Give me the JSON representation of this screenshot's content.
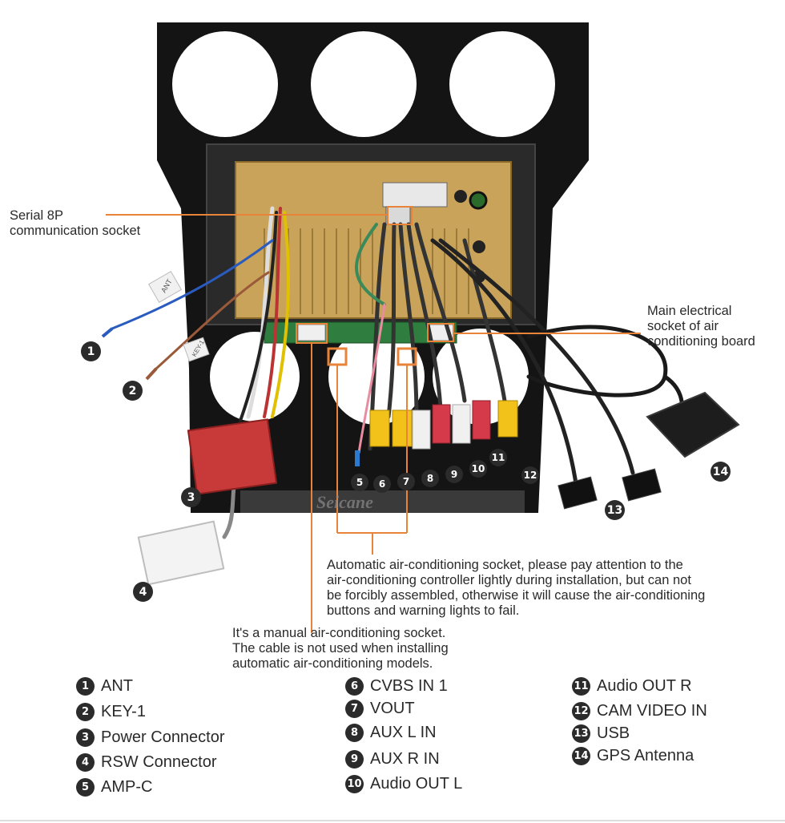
{
  "callouts": {
    "serial": "Serial 8P\ncommunication socket",
    "main_socket": "Main electrical\nsocket of air\nconditioning board",
    "auto_socket": "Automatic air-conditioning socket, please pay attention to the\nair-conditioning controller lightly during installation, but can not\nbe forcibly assembled, otherwise it will cause the air-conditioning\nbuttons and warning lights to fail.",
    "manual_socket": "It's a manual air-conditioning socket.\nThe cable is not used when installing\nautomatic air-conditioning models."
  },
  "watermark": "Seicane",
  "connector_labels": {
    "ant": "ANT",
    "key": "KEY-1"
  },
  "markers": [
    "1",
    "2",
    "3",
    "4",
    "5",
    "6",
    "7",
    "8",
    "9",
    "10",
    "11",
    "12",
    "13",
    "14"
  ],
  "legend": [
    {
      "num": "1",
      "label": "ANT"
    },
    {
      "num": "2",
      "label": "KEY-1"
    },
    {
      "num": "3",
      "label": "Power Connector"
    },
    {
      "num": "4",
      "label": "RSW Connector"
    },
    {
      "num": "5",
      "label": "AMP-C"
    },
    {
      "num": "6",
      "label": "CVBS IN 1"
    },
    {
      "num": "7",
      "label": "VOUT"
    },
    {
      "num": "8",
      "label": "AUX L IN"
    },
    {
      "num": "9",
      "label": "AUX R IN"
    },
    {
      "num": "10",
      "label": "Audio OUT L"
    },
    {
      "num": "11",
      "label": "Audio OUT R"
    },
    {
      "num": "12",
      "label": "CAM VIDEO IN"
    },
    {
      "num": "13",
      "label": "USB"
    },
    {
      "num": "14",
      "label": "GPS Antenna"
    }
  ],
  "colors": {
    "accent": "#e8833a",
    "panel": "#141414",
    "board": "#c9a35a",
    "marker": "#2b2b2b"
  }
}
